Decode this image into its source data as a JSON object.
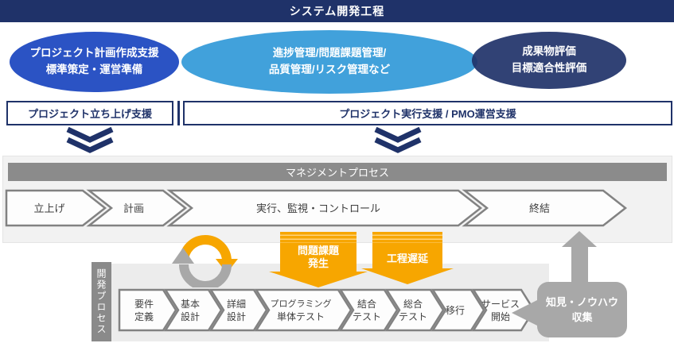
{
  "colors": {
    "navy": "#1f3269",
    "royal_blue": "#2b53c4",
    "light_blue": "#41a1db",
    "orange": "#f7a600",
    "gray_bar": "#8b8b8b",
    "gray_box": "#a8a8a8"
  },
  "banner": {
    "title": "システム開発工程"
  },
  "ellipses": {
    "left": {
      "line1": "プロジェクト計画作成支援",
      "line2": "標準策定・運営準備"
    },
    "center": {
      "line1": "進捗管理/問題課題管理/",
      "line2": "品質管理/リスク管理など"
    },
    "right": {
      "line1": "成果物評価",
      "line2": "目標適合性評価"
    }
  },
  "support": {
    "startup_label": "プロジェクト立ち上げ支援",
    "execution_label": "プロジェクト実行支援 / PMO運営支援"
  },
  "management": {
    "bar_label": "マネジメントプロセス",
    "phases": [
      {
        "label": "立上げ"
      },
      {
        "label": "計画"
      },
      {
        "label": "実行、監視・コントロール"
      },
      {
        "label": "終結"
      }
    ]
  },
  "alerts": {
    "issue": {
      "line1": "問題課題",
      "line2": "発生"
    },
    "delay": {
      "line1": "工程遅延"
    }
  },
  "dev": {
    "side_label": "開発プロセス",
    "steps": [
      {
        "line1": "要件",
        "line2": "定義"
      },
      {
        "line1": "基本",
        "line2": "設計"
      },
      {
        "line1": "詳細",
        "line2": "設計"
      },
      {
        "line1": "プログラミング",
        "line2": "単体テスト"
      },
      {
        "line1": "結合",
        "line2": "テスト"
      },
      {
        "line1": "総合",
        "line2": "テスト"
      },
      {
        "line1": "移行",
        "line2": ""
      },
      {
        "line1": "サービス",
        "line2": "開始"
      }
    ]
  },
  "knowledge": {
    "line1": "知見・ノウハウ",
    "line2": "収集"
  }
}
